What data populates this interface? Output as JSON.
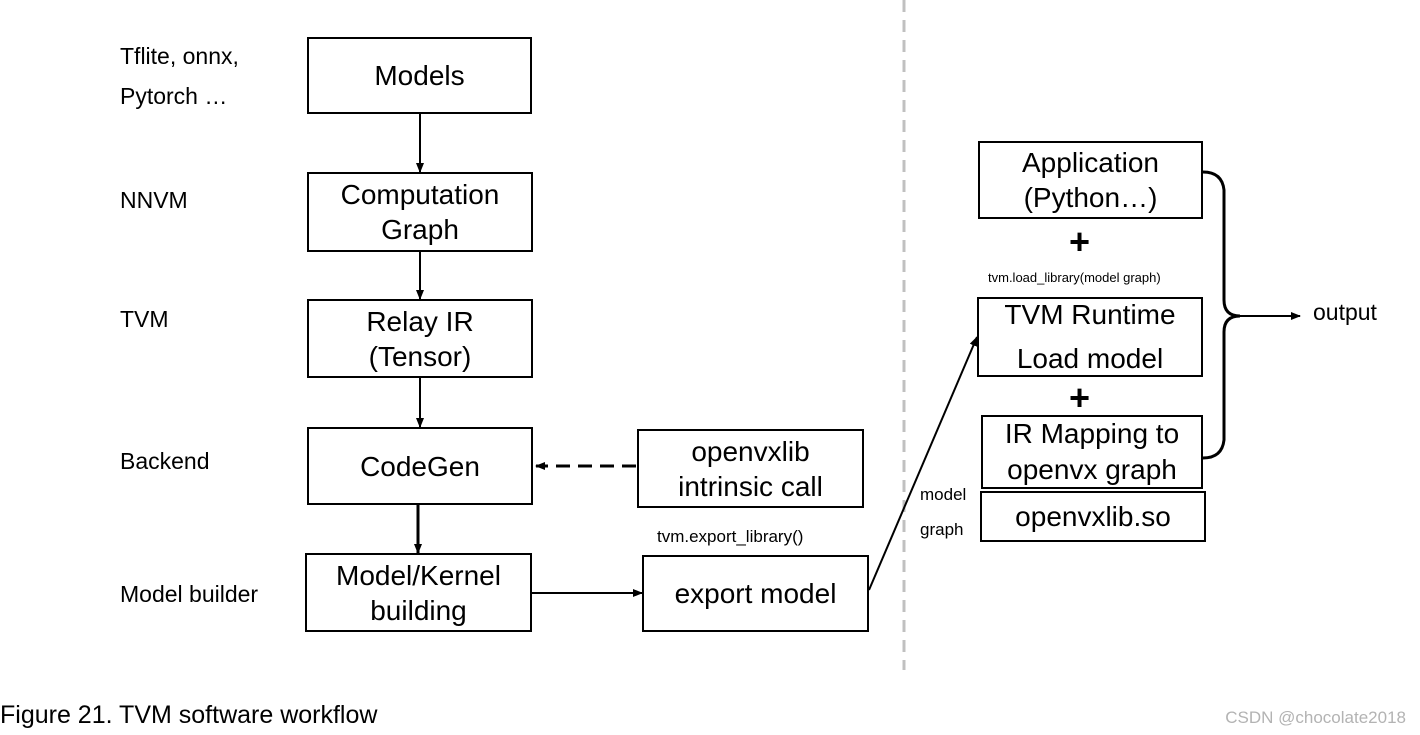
{
  "stage_labels": {
    "frameworks_line1": "Tflite, onnx,",
    "frameworks_line2": "Pytorch …",
    "nnvm": "NNVM",
    "tvm": "TVM",
    "backend": "Backend",
    "model_builder": "Model builder"
  },
  "boxes": {
    "models": [
      "Models"
    ],
    "computation_graph": [
      "Computation",
      "Graph"
    ],
    "relay_ir": [
      "Relay IR",
      "(Tensor)"
    ],
    "codegen": [
      "CodeGen"
    ],
    "model_kernel_building": [
      "Model/Kernel",
      "building"
    ],
    "openvxlib": [
      "openvxlib",
      "intrinsic call"
    ],
    "export_model": [
      "export model"
    ],
    "application": [
      "Application",
      "(Python…)"
    ],
    "tvm_runtime": [
      "TVM Runtime",
      "Load model"
    ],
    "ir_mapping": [
      "IR Mapping to",
      "openvx graph"
    ],
    "openvxlib_so": [
      "openvxlib.so"
    ]
  },
  "annotations": {
    "export_library": "tvm.export_library()",
    "load_library": "tvm.load_library(model graph)",
    "plus_1": "+",
    "plus_2": "+",
    "model_label": "model",
    "graph_label": "graph",
    "output": "output"
  },
  "caption": "Figure 21.  TVM software workflow",
  "watermark": "CSDN @chocolate2018"
}
